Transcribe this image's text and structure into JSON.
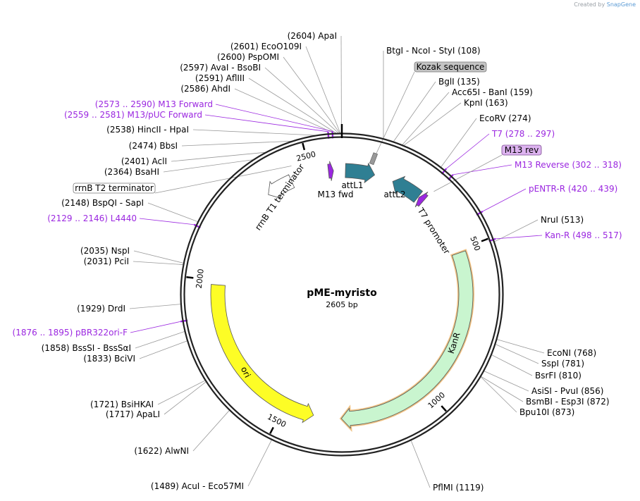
{
  "credit": {
    "prefix": "Created by",
    "brand": "SnapGene"
  },
  "plasmid": {
    "name": "pME-myristo",
    "length_label": "2605 bp",
    "length": 2605
  },
  "ticks": [
    {
      "pos": 500,
      "label": "500"
    },
    {
      "pos": 1000,
      "label": "1000"
    },
    {
      "pos": 1500,
      "label": "1500"
    },
    {
      "pos": 2000,
      "label": "2000"
    },
    {
      "pos": 2500,
      "label": "2500"
    }
  ],
  "features": [
    {
      "name": "attL1",
      "start": 12,
      "end": 111,
      "dir": 1,
      "color": "#2f7f93",
      "label": "attL1"
    },
    {
      "name": "attL2",
      "start": 175,
      "end": 275,
      "dir": -1,
      "color": "#2f7f93",
      "label": "attL2"
    },
    {
      "name": "T7 promoter",
      "start": 278,
      "end": 297,
      "dir": -1,
      "color": "#9b27e0",
      "label": "T7 promoter"
    },
    {
      "name": "KanR",
      "start": 510,
      "end": 1304,
      "dir": 1,
      "color": "#c9f5cf",
      "label": "KanR"
    },
    {
      "name": "ori",
      "start": 1398,
      "end": 1986,
      "dir": -1,
      "color": "#fdfd26",
      "label": "ori"
    },
    {
      "name": "rrnB T1 terminator",
      "start": 2342,
      "end": 2432,
      "dir": -1,
      "color": "#ffffff",
      "label": "rrnB T1 terminator"
    },
    {
      "name": "M13 fwd",
      "start": 2560,
      "end": 2577,
      "dir": 1,
      "color": "#9b27e0",
      "label": "M13 fwd"
    }
  ],
  "enzymes_left": [
    {
      "name": "ApaI",
      "pos": 2604,
      "label": "(2604)  ApaI"
    },
    {
      "name": "EcoO109I",
      "pos": 2601,
      "label": "(2601)  EcoO109I"
    },
    {
      "name": "PspOMI",
      "pos": 2600,
      "label": "(2600)  PspOMI"
    },
    {
      "name": "AvaI - BsoBI",
      "pos": 2597,
      "label": "(2597)  AvaI  - BsoBI"
    },
    {
      "name": "AflIII",
      "pos": 2591,
      "label": "(2591)  AflIII"
    },
    {
      "name": "AhdI",
      "pos": 2586,
      "label": "(2586)  AhdI"
    },
    {
      "name": "HincII - HpaI",
      "pos": 2538,
      "label": "(2538)  HincII  - HpaI"
    },
    {
      "name": "BbsI",
      "pos": 2474,
      "label": "(2474)  BbsI"
    },
    {
      "name": "AclI",
      "pos": 2401,
      "label": "(2401)  AclI"
    },
    {
      "name": "BsaHI",
      "pos": 2364,
      "label": "(2364)  BsaHI"
    },
    {
      "name": "BspQI - SapI",
      "pos": 2148,
      "label": "(2148)  BspQI  - SapI"
    },
    {
      "name": "NspI",
      "pos": 2035,
      "label": "(2035)  NspI"
    },
    {
      "name": "PciI",
      "pos": 2031,
      "label": "(2031)  PciI"
    },
    {
      "name": "DrdI",
      "pos": 1929,
      "label": "(1929)  DrdI"
    },
    {
      "name": "BssSI - BssSaI",
      "pos": 1858,
      "label": "(1858)  BssSI  - BssSαI"
    },
    {
      "name": "BciVI",
      "pos": 1833,
      "label": "(1833)  BciVI"
    },
    {
      "name": "BsiHKAI",
      "pos": 1721,
      "label": "(1721)  BsiHKAI"
    },
    {
      "name": "ApaLI",
      "pos": 1717,
      "label": "(1717)  ApaLI"
    },
    {
      "name": "AlwNI",
      "pos": 1622,
      "label": "(1622)  AlwNI"
    },
    {
      "name": "AcuI - Eco57MI",
      "pos": 1489,
      "label": "(1489)  AcuI  - Eco57MI"
    }
  ],
  "enzymes_right": [
    {
      "name": "BtgI - NcoI - StyI",
      "pos": 108,
      "label": "BtgI  - NcoI  - StyI   (108)"
    },
    {
      "name": "BglI",
      "pos": 135,
      "label": "BglI   (135)"
    },
    {
      "name": "Acc65I - BanI",
      "pos": 159,
      "label": "Acc65I  - BanI   (159)"
    },
    {
      "name": "KpnI",
      "pos": 163,
      "label": "KpnI   (163)"
    },
    {
      "name": "EcoRV",
      "pos": 274,
      "label": "EcoRV   (274)"
    },
    {
      "name": "NruI",
      "pos": 513,
      "label": "NruI   (513)"
    },
    {
      "name": "EcoNI",
      "pos": 768,
      "label": "EcoNI   (768)"
    },
    {
      "name": "SspI",
      "pos": 781,
      "label": "SspI   (781)"
    },
    {
      "name": "BsrFI",
      "pos": 810,
      "label": "BsrFI   (810)"
    },
    {
      "name": "AsiSI - PvuI",
      "pos": 856,
      "label": "AsiSI  - PvuI   (856)"
    },
    {
      "name": "BsmBI - Esp3I",
      "pos": 872,
      "label": "BsmBI  - Esp3I   (872)"
    },
    {
      "name": "Bpu10I",
      "pos": 873,
      "label": "Bpu10I   (873)"
    },
    {
      "name": "PflMI",
      "pos": 1119,
      "label": "PflMI   (1119)"
    }
  ],
  "primers": [
    {
      "name": "M13 Forward",
      "pos": 2581,
      "label": "(2573 .. 2590)  M13 Forward"
    },
    {
      "name": "M13/pUC Forward",
      "pos": 2570,
      "label": "(2559 .. 2581)  M13/pUC Forward"
    },
    {
      "name": "L4440",
      "pos": 2137,
      "label": "(2129 .. 2146)  L4440"
    },
    {
      "name": "pBR322ori-F",
      "pos": 1885,
      "label": "(1876 .. 1895)  pBR322ori-F"
    },
    {
      "name": "T7",
      "pos": 287,
      "label": "T7   (278 .. 297)"
    },
    {
      "name": "M13 Reverse",
      "pos": 310,
      "label": "M13 Reverse   (302 .. 318)"
    },
    {
      "name": "pENTR-R",
      "pos": 430,
      "label": "pENTR-R   (420 .. 439)"
    },
    {
      "name": "Kan-R",
      "pos": 507,
      "label": "Kan-R   (498 .. 517)"
    }
  ],
  "boxed_labels": [
    {
      "name": "Kozak sequence",
      "pos": 95,
      "label": "Kozak sequence",
      "fill": "#c4c4c4",
      "stroke": "#777777"
    },
    {
      "name": "M13 rev",
      "pos": 302,
      "label": "M13 rev",
      "fill": "#ddb3f0",
      "stroke": "#7a4b8f"
    },
    {
      "name": "rrnB T2 terminator",
      "pos": 2450,
      "label": "rrnB T2 terminator",
      "fill": "#ffffff",
      "stroke": "#777777"
    }
  ],
  "colors": {
    "enzyme_text": "#000000",
    "primer_text": "#9b27e0",
    "backbone": "#222222",
    "kan_outline": "#e59a32"
  }
}
